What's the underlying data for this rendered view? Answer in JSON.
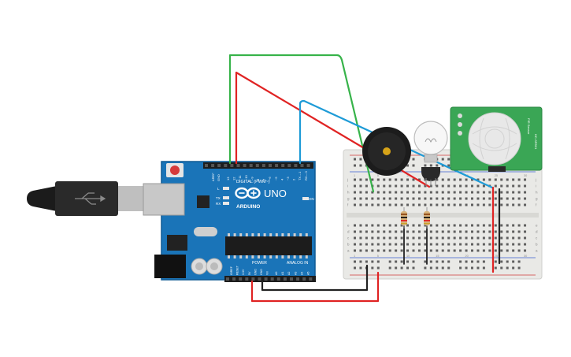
{
  "colors": {
    "board": "#1a74b8",
    "board_dark": "#0f5a94",
    "breadboard": "#e9e9e6",
    "wire_red": "#e02323",
    "wire_green": "#37b34a",
    "wire_blue": "#1e9bd7",
    "wire_black": "#222222",
    "pir_board": "#3aa655",
    "resistor": "#d7b27a"
  },
  "arduino": {
    "model": "UNO",
    "brand": "ARDUINO",
    "digital_header": "DIGITAL (PWM~)",
    "power_header": "POWER",
    "analog_header": "ANALOG IN",
    "aref": "AREF",
    "gnd": "GND",
    "tx": "TX",
    "rx": "RX",
    "on": "ON",
    "l": "L",
    "digital_pins": [
      "13",
      "12",
      "~11",
      "~10",
      "~9",
      "8",
      "7",
      "~6",
      "~5",
      "4",
      "~3",
      "2",
      "TX→1",
      "RX←0"
    ],
    "power_pins": [
      "IOREF",
      "RESET",
      "3.3V",
      "5V",
      "GND",
      "GND",
      "Vin"
    ],
    "analog_pins": [
      "A0",
      "A1",
      "A2",
      "A3",
      "A4",
      "A5"
    ]
  },
  "pir_sensor": {
    "label_top": "PIR Sensor",
    "label_side": "HC-SR501"
  },
  "breadboard": {
    "row_letters_top": [
      "j",
      "i",
      "h",
      "g",
      "f"
    ],
    "row_letters_bottom": [
      "e",
      "d",
      "c",
      "b",
      "a"
    ],
    "column_numbers": [
      "1",
      "5",
      "10",
      "15",
      "20",
      "25",
      "30"
    ]
  },
  "icons": {
    "usb_cable": "usb-plug-icon",
    "power_jack": "dc-jack-icon",
    "infinity_logo": "arduino-infinity-icon"
  }
}
